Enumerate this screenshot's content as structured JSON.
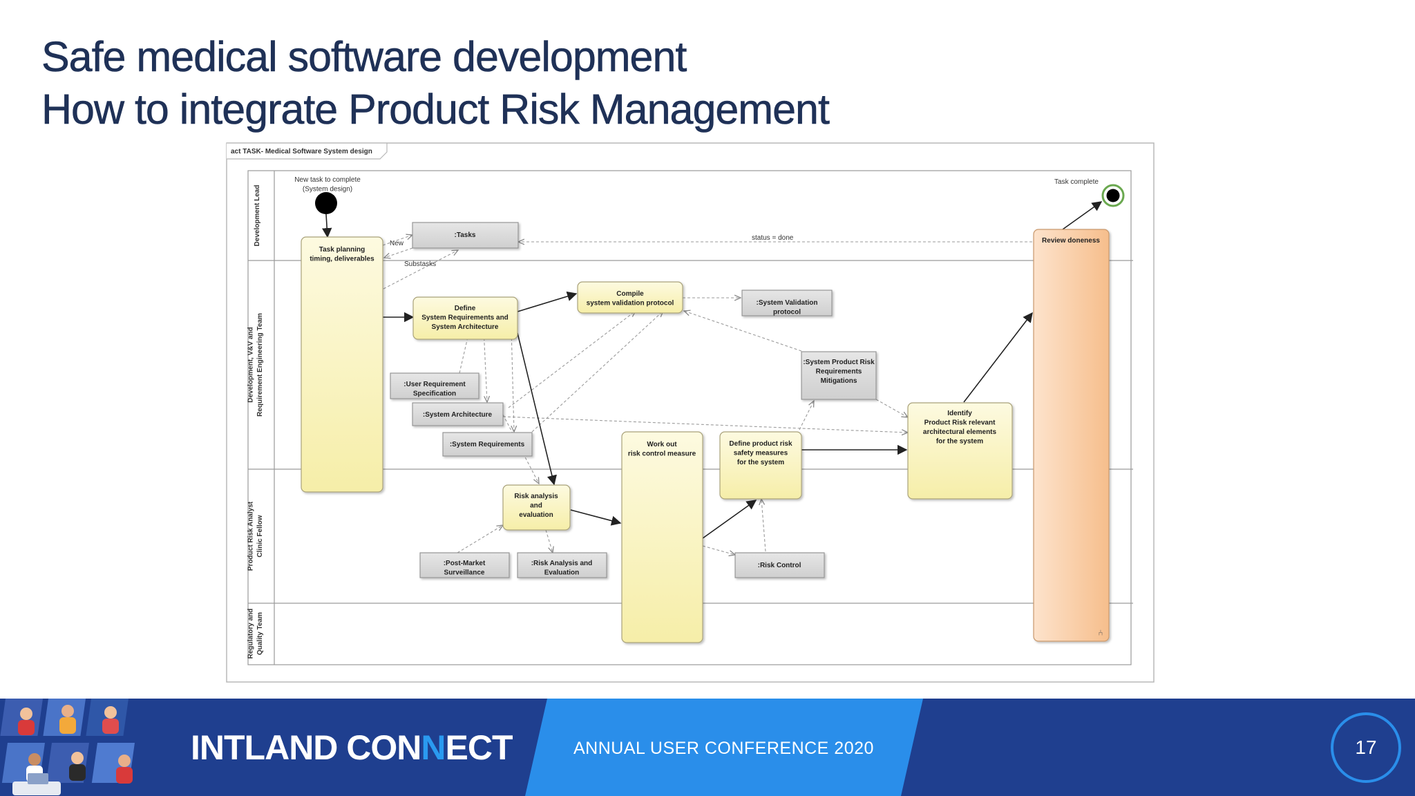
{
  "slide": {
    "title_line1": "Safe medical software development",
    "title_line2": "How to integrate Product Risk Management"
  },
  "diagram": {
    "frame_label": "act TASK- Medical Software System design",
    "lanes": [
      "Development Lead",
      "Development, V&V and|Requirement Engineering Team",
      "Product Risk Analyst|Clinic Fellow",
      "Regulatory and|Quality Team"
    ],
    "start_label": "New task to complete|(System design)",
    "end_label": "Task complete",
    "actions": {
      "task_planning": "Task planning|timing, deliverables",
      "define_req": "Define|System Requirements and|System Architecture",
      "compile_protocol": "Compile|system validation protocol",
      "work_out": "Work out|risk control measure",
      "define_safety": "Define product risk|safety measures|for the system",
      "identify": "Identify|Product Risk relevant|architectural elements|for the system",
      "risk_analysis": "Risk analysis|and|evaluation",
      "review": "Review doneness"
    },
    "objects": {
      "tasks": ":Tasks",
      "sys_validation": ":System Validation|protocol",
      "sys_product_risk": ":System Product Risk|Requirements|Mitigations",
      "user_req": ":User Requirement|Specification",
      "sys_arch": ":System Architecture",
      "sys_req": ":System Requirements",
      "post_market": ":Post-Market|Surveillance",
      "risk_ae": ":Risk Analysis and|Evaluation",
      "risk_control": ":Risk Control"
    },
    "edge_labels": {
      "new": "New",
      "substasks": "Substasks",
      "status_done": "status = done"
    }
  },
  "footer": {
    "brand_part1": "INTLAND CON",
    "brand_part2": "N",
    "brand_part3": "ECT",
    "conference": "ANNUAL USER CONFERENCE 2020",
    "page_number": "17"
  },
  "colors": {
    "title": "#1f3157",
    "footer_bg": "#1f3f8f",
    "accent_blue": "#2a8eea",
    "action_fill": "#fbf6c4",
    "review_fill": "#f8c9a0",
    "object_fill": "#d8d8d8"
  }
}
